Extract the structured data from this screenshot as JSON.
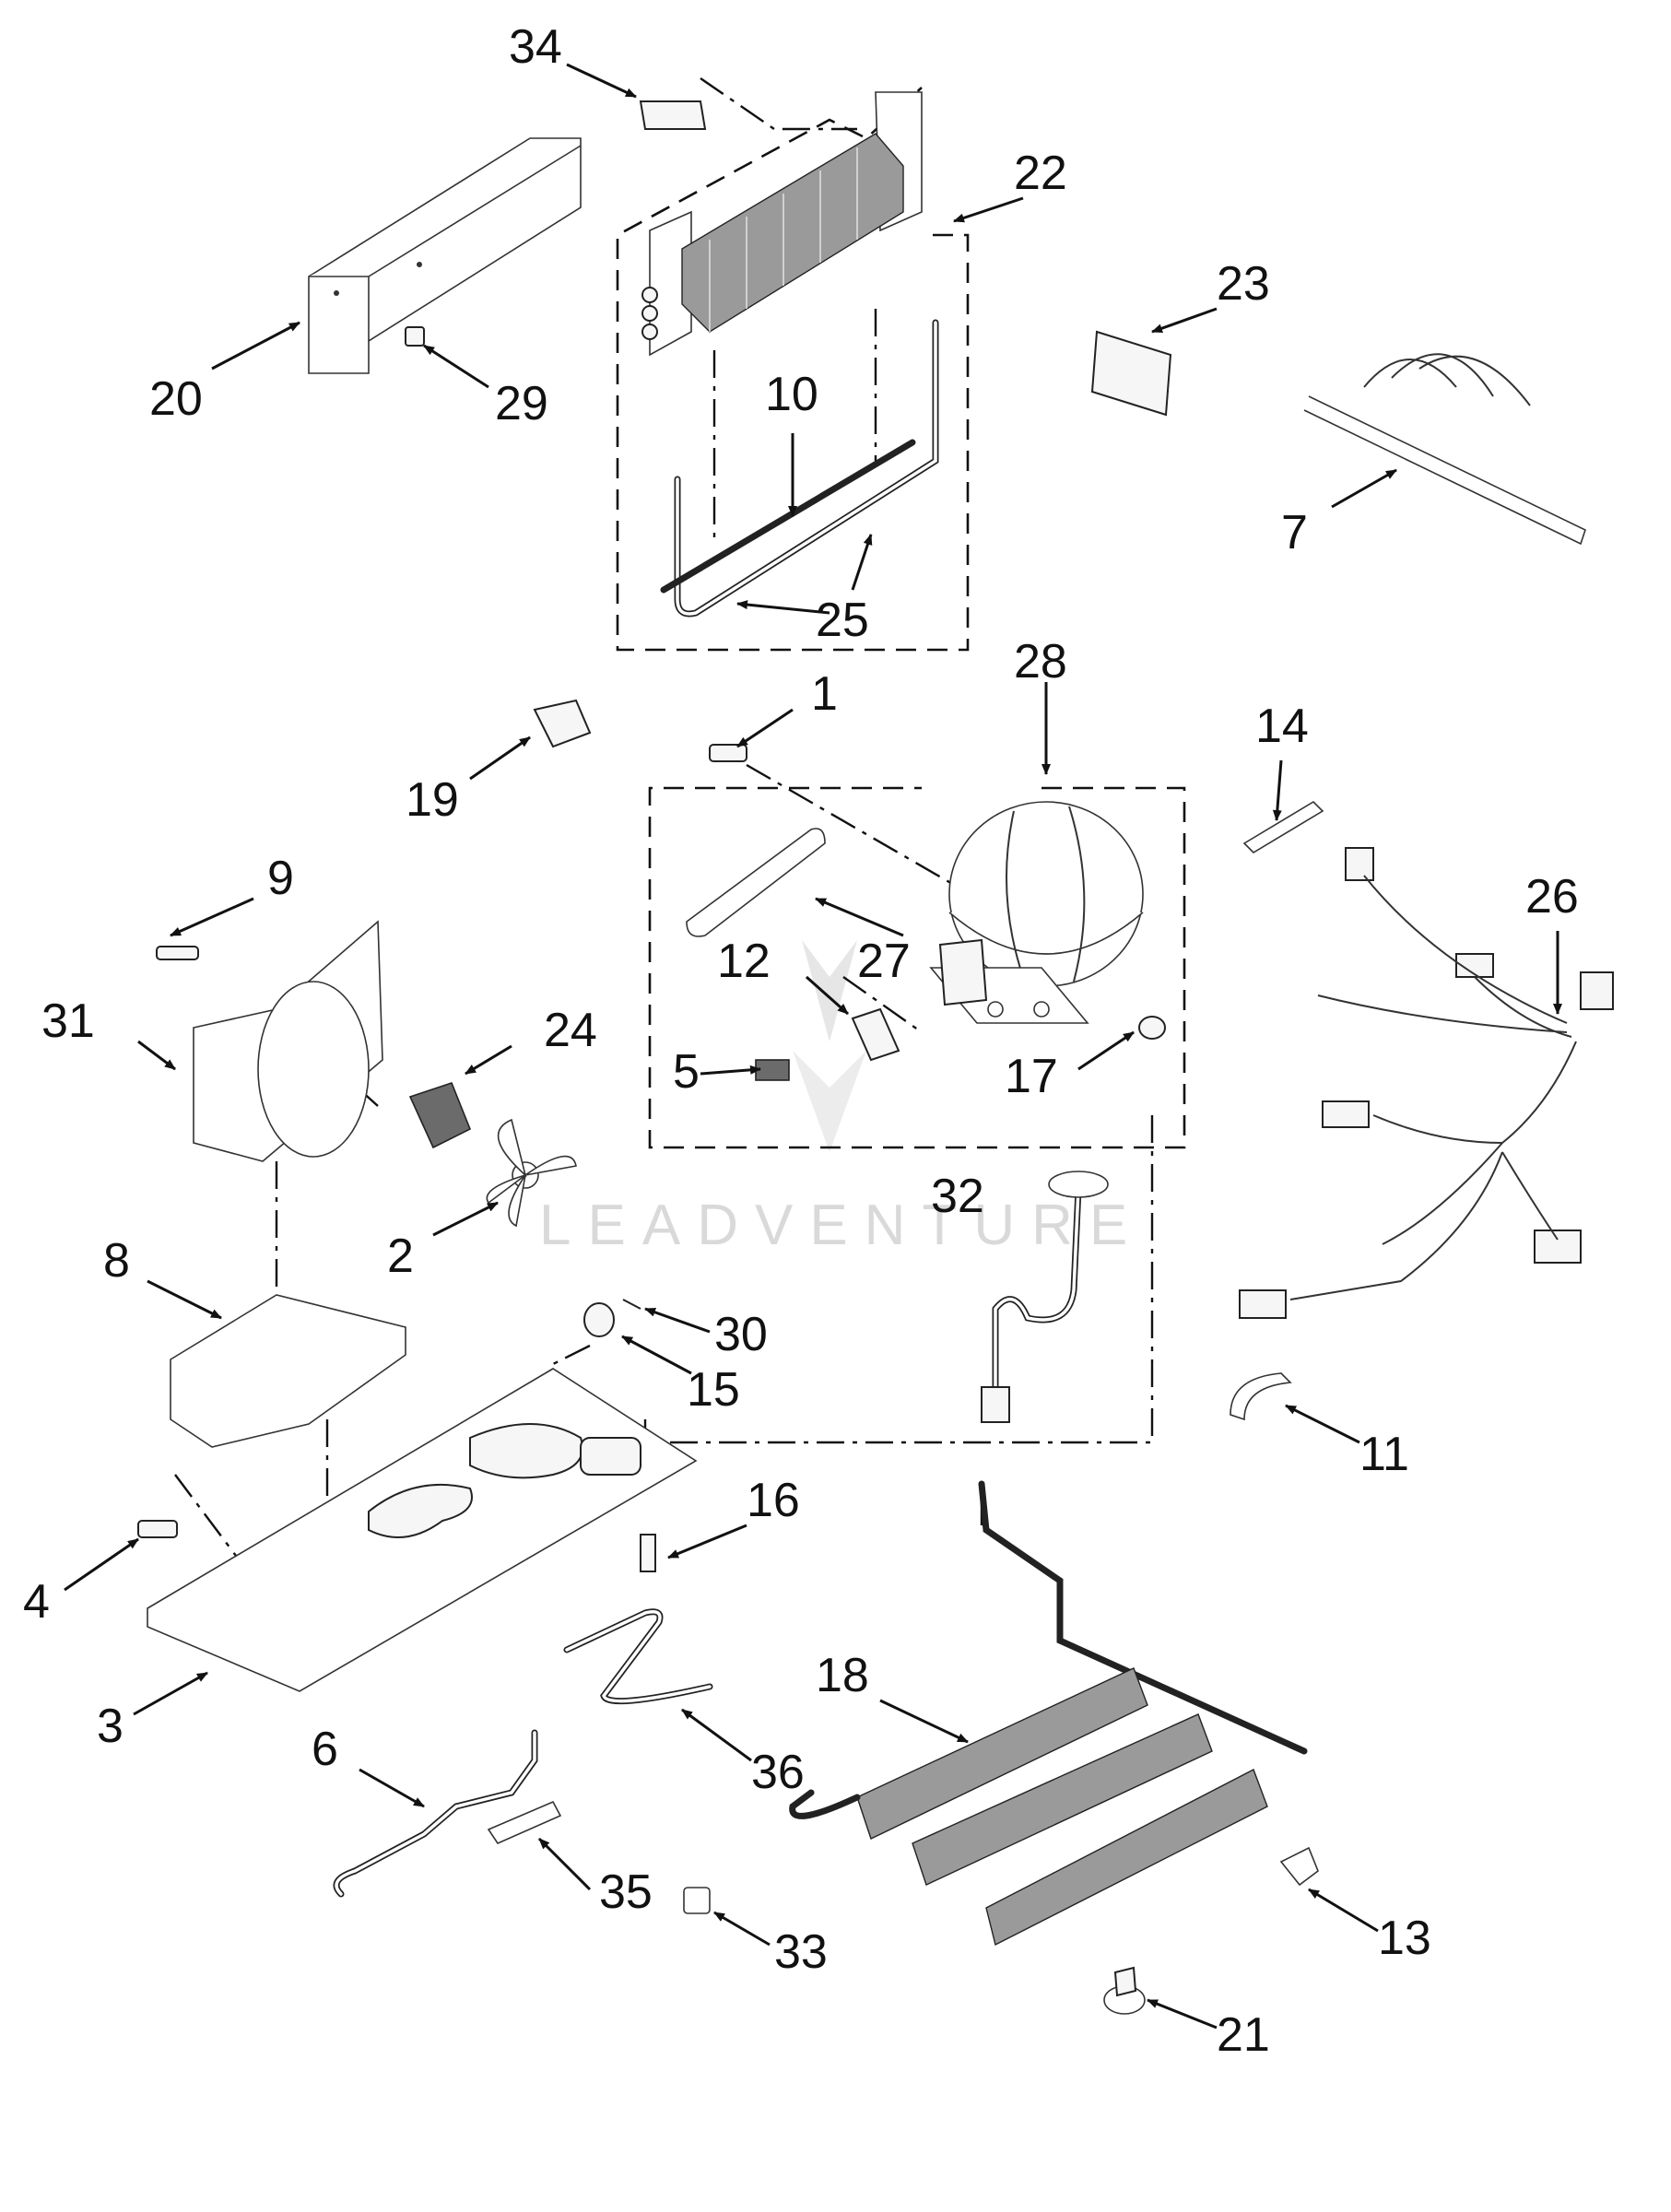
{
  "watermark": {
    "text": "LEADVENTURE"
  },
  "callouts": [
    {
      "id": "c1",
      "label": "1"
    },
    {
      "id": "c2",
      "label": "2"
    },
    {
      "id": "c3",
      "label": "3"
    },
    {
      "id": "c4",
      "label": "4"
    },
    {
      "id": "c5",
      "label": "5"
    },
    {
      "id": "c6",
      "label": "6"
    },
    {
      "id": "c7",
      "label": "7"
    },
    {
      "id": "c8",
      "label": "8"
    },
    {
      "id": "c9",
      "label": "9"
    },
    {
      "id": "c10",
      "label": "10"
    },
    {
      "id": "c11",
      "label": "11"
    },
    {
      "id": "c12",
      "label": "12"
    },
    {
      "id": "c13",
      "label": "13"
    },
    {
      "id": "c14",
      "label": "14"
    },
    {
      "id": "c15",
      "label": "15"
    },
    {
      "id": "c16",
      "label": "16"
    },
    {
      "id": "c17",
      "label": "17"
    },
    {
      "id": "c18",
      "label": "18"
    },
    {
      "id": "c19",
      "label": "19"
    },
    {
      "id": "c20",
      "label": "20"
    },
    {
      "id": "c21",
      "label": "21"
    },
    {
      "id": "c22",
      "label": "22"
    },
    {
      "id": "c23",
      "label": "23"
    },
    {
      "id": "c24",
      "label": "24"
    },
    {
      "id": "c25",
      "label": "25"
    },
    {
      "id": "c26",
      "label": "26"
    },
    {
      "id": "c27",
      "label": "27"
    },
    {
      "id": "c28",
      "label": "28"
    },
    {
      "id": "c29",
      "label": "29"
    },
    {
      "id": "c30",
      "label": "30"
    },
    {
      "id": "c31",
      "label": "31"
    },
    {
      "id": "c32",
      "label": "32"
    },
    {
      "id": "c33",
      "label": "33"
    },
    {
      "id": "c34",
      "label": "34"
    },
    {
      "id": "c35",
      "label": "35"
    },
    {
      "id": "c36",
      "label": "36"
    }
  ]
}
